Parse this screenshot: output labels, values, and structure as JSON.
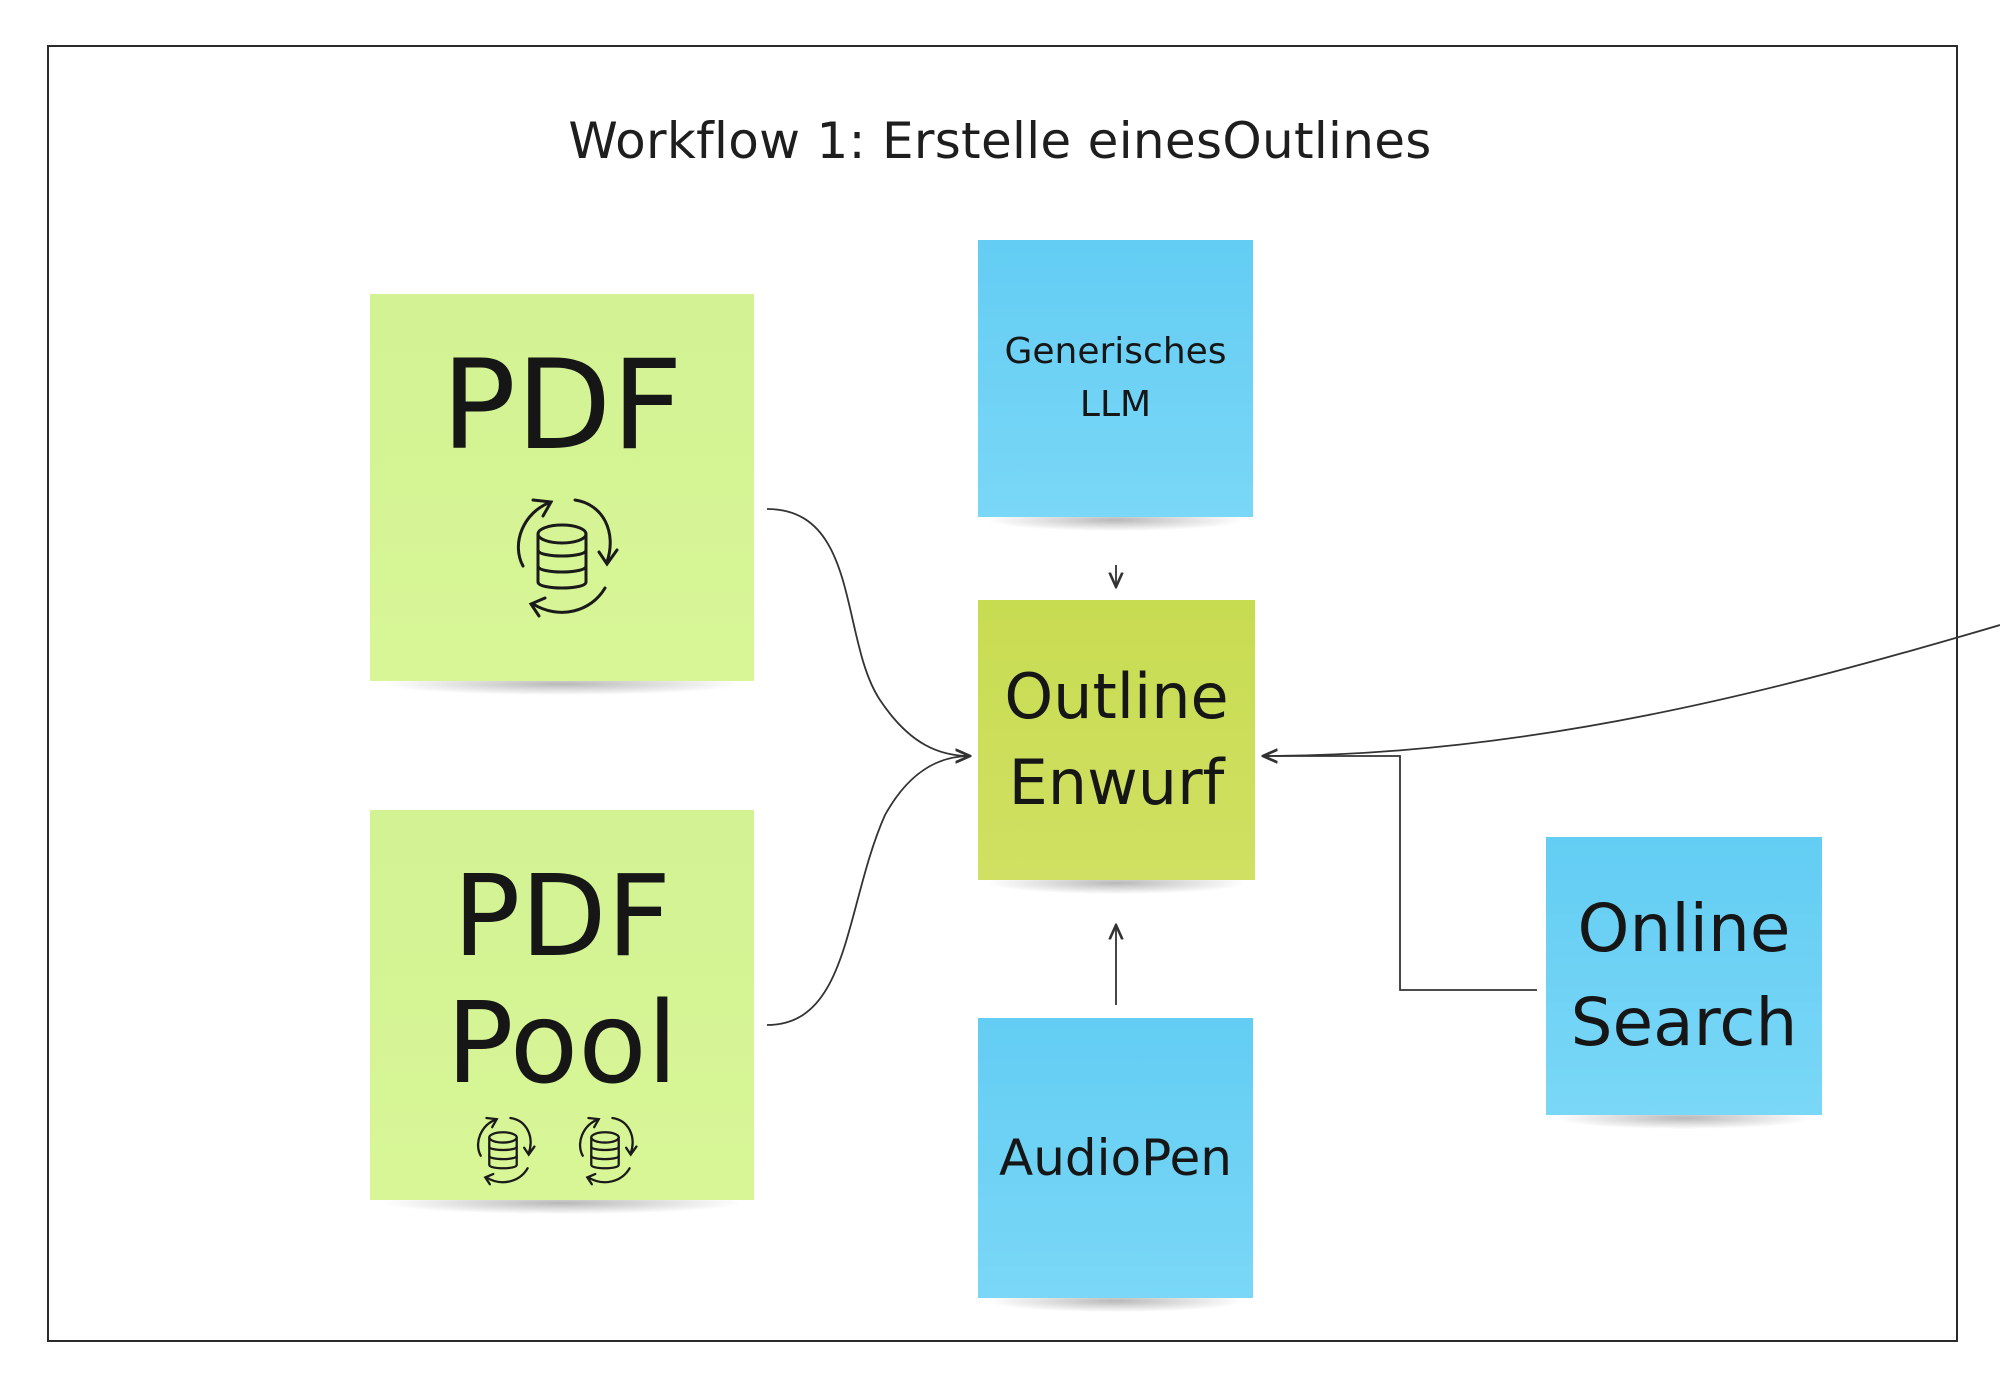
{
  "diagram": {
    "title": "Workflow 1: Erstelle einesOutlines"
  },
  "notes": {
    "pdf": {
      "label": "PDF",
      "icon": "database-sync-icon",
      "color": "#d5f495"
    },
    "pdf_pool": {
      "line1": "PDF",
      "line2": "Pool",
      "icons": [
        "database-sync-icon",
        "database-sync-icon"
      ],
      "color": "#d5f495"
    },
    "llm": {
      "line1": "Generisches",
      "line2": "LLM",
      "color": "#6dd2f5"
    },
    "outline": {
      "line1": "Outline",
      "line2": "Enwurf",
      "color": "#cade5a"
    },
    "audiopen": {
      "label": "AudioPen",
      "color": "#6dd2f5"
    },
    "online_search": {
      "line1": "Online",
      "line2": "Search",
      "color": "#6dd2f5"
    }
  },
  "connections": [
    {
      "from": "PDF",
      "to": "Outline Enwurf"
    },
    {
      "from": "PDF Pool",
      "to": "Outline Enwurf"
    },
    {
      "from": "Generisches LLM",
      "to": "Outline Enwurf"
    },
    {
      "from": "AudioPen",
      "to": "Outline Enwurf"
    },
    {
      "from": "Online Search",
      "to": "Outline Enwurf"
    },
    {
      "from": "off-canvas",
      "to": "Outline Enwurf"
    }
  ]
}
